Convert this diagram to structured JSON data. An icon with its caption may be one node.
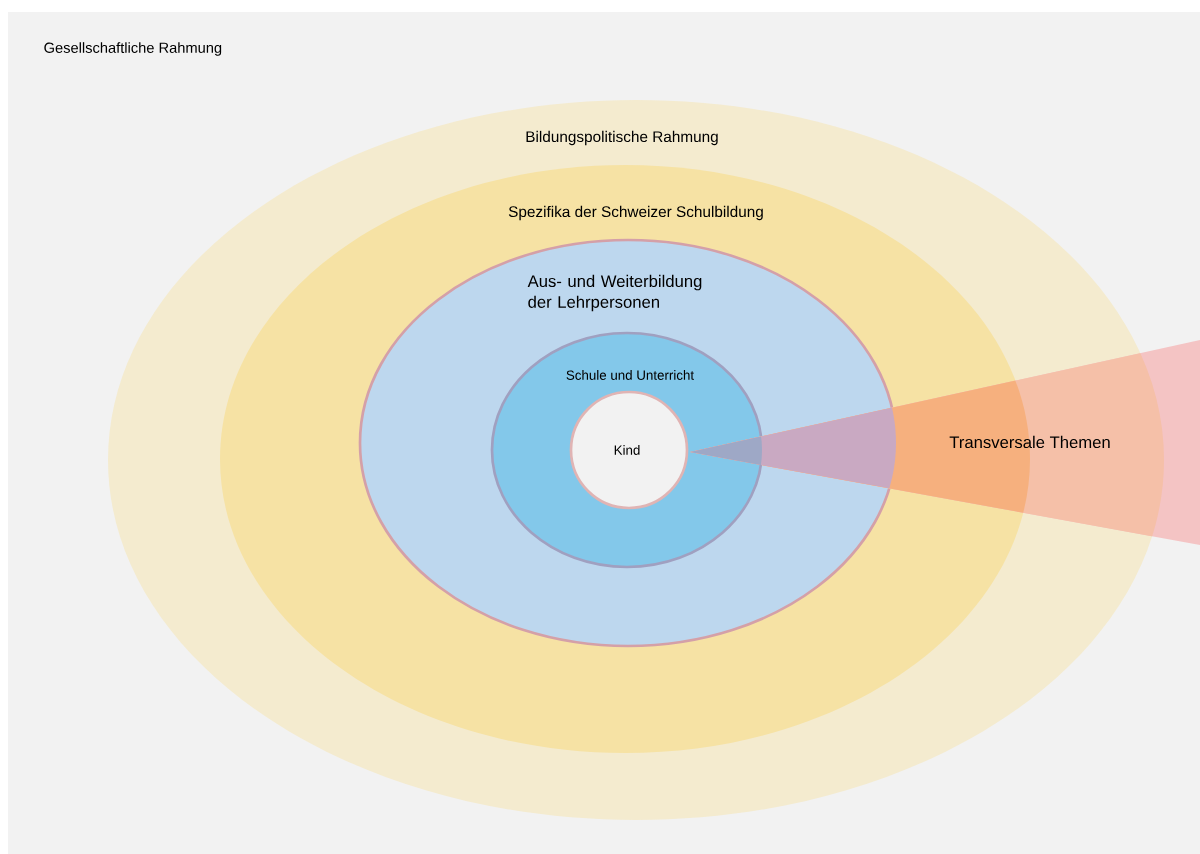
{
  "diagram": {
    "nodes": [
      {
        "text": [
          "Gesellschaftliche Rahmung"
        ]
      },
      {
        "text": [
          "Bildungspolitische Rahmung"
        ],
        "in": 0
      },
      {
        "text": [
          "Spezifika der Schweizer Schulbildung"
        ],
        "in": 1
      },
      {
        "text": [
          "Aus- und Weiterbildung der Lehrpersonen"
        ],
        "in": 2
      },
      {
        "text": [
          "Schule und Unterricht"
        ],
        "in": 3
      },
      {
        "text": [
          "Kind"
        ],
        "in": 4
      },
      {
        "text": [
          "Transversale Themen"
        ],
        "in": 0
      }
    ]
  }
}
